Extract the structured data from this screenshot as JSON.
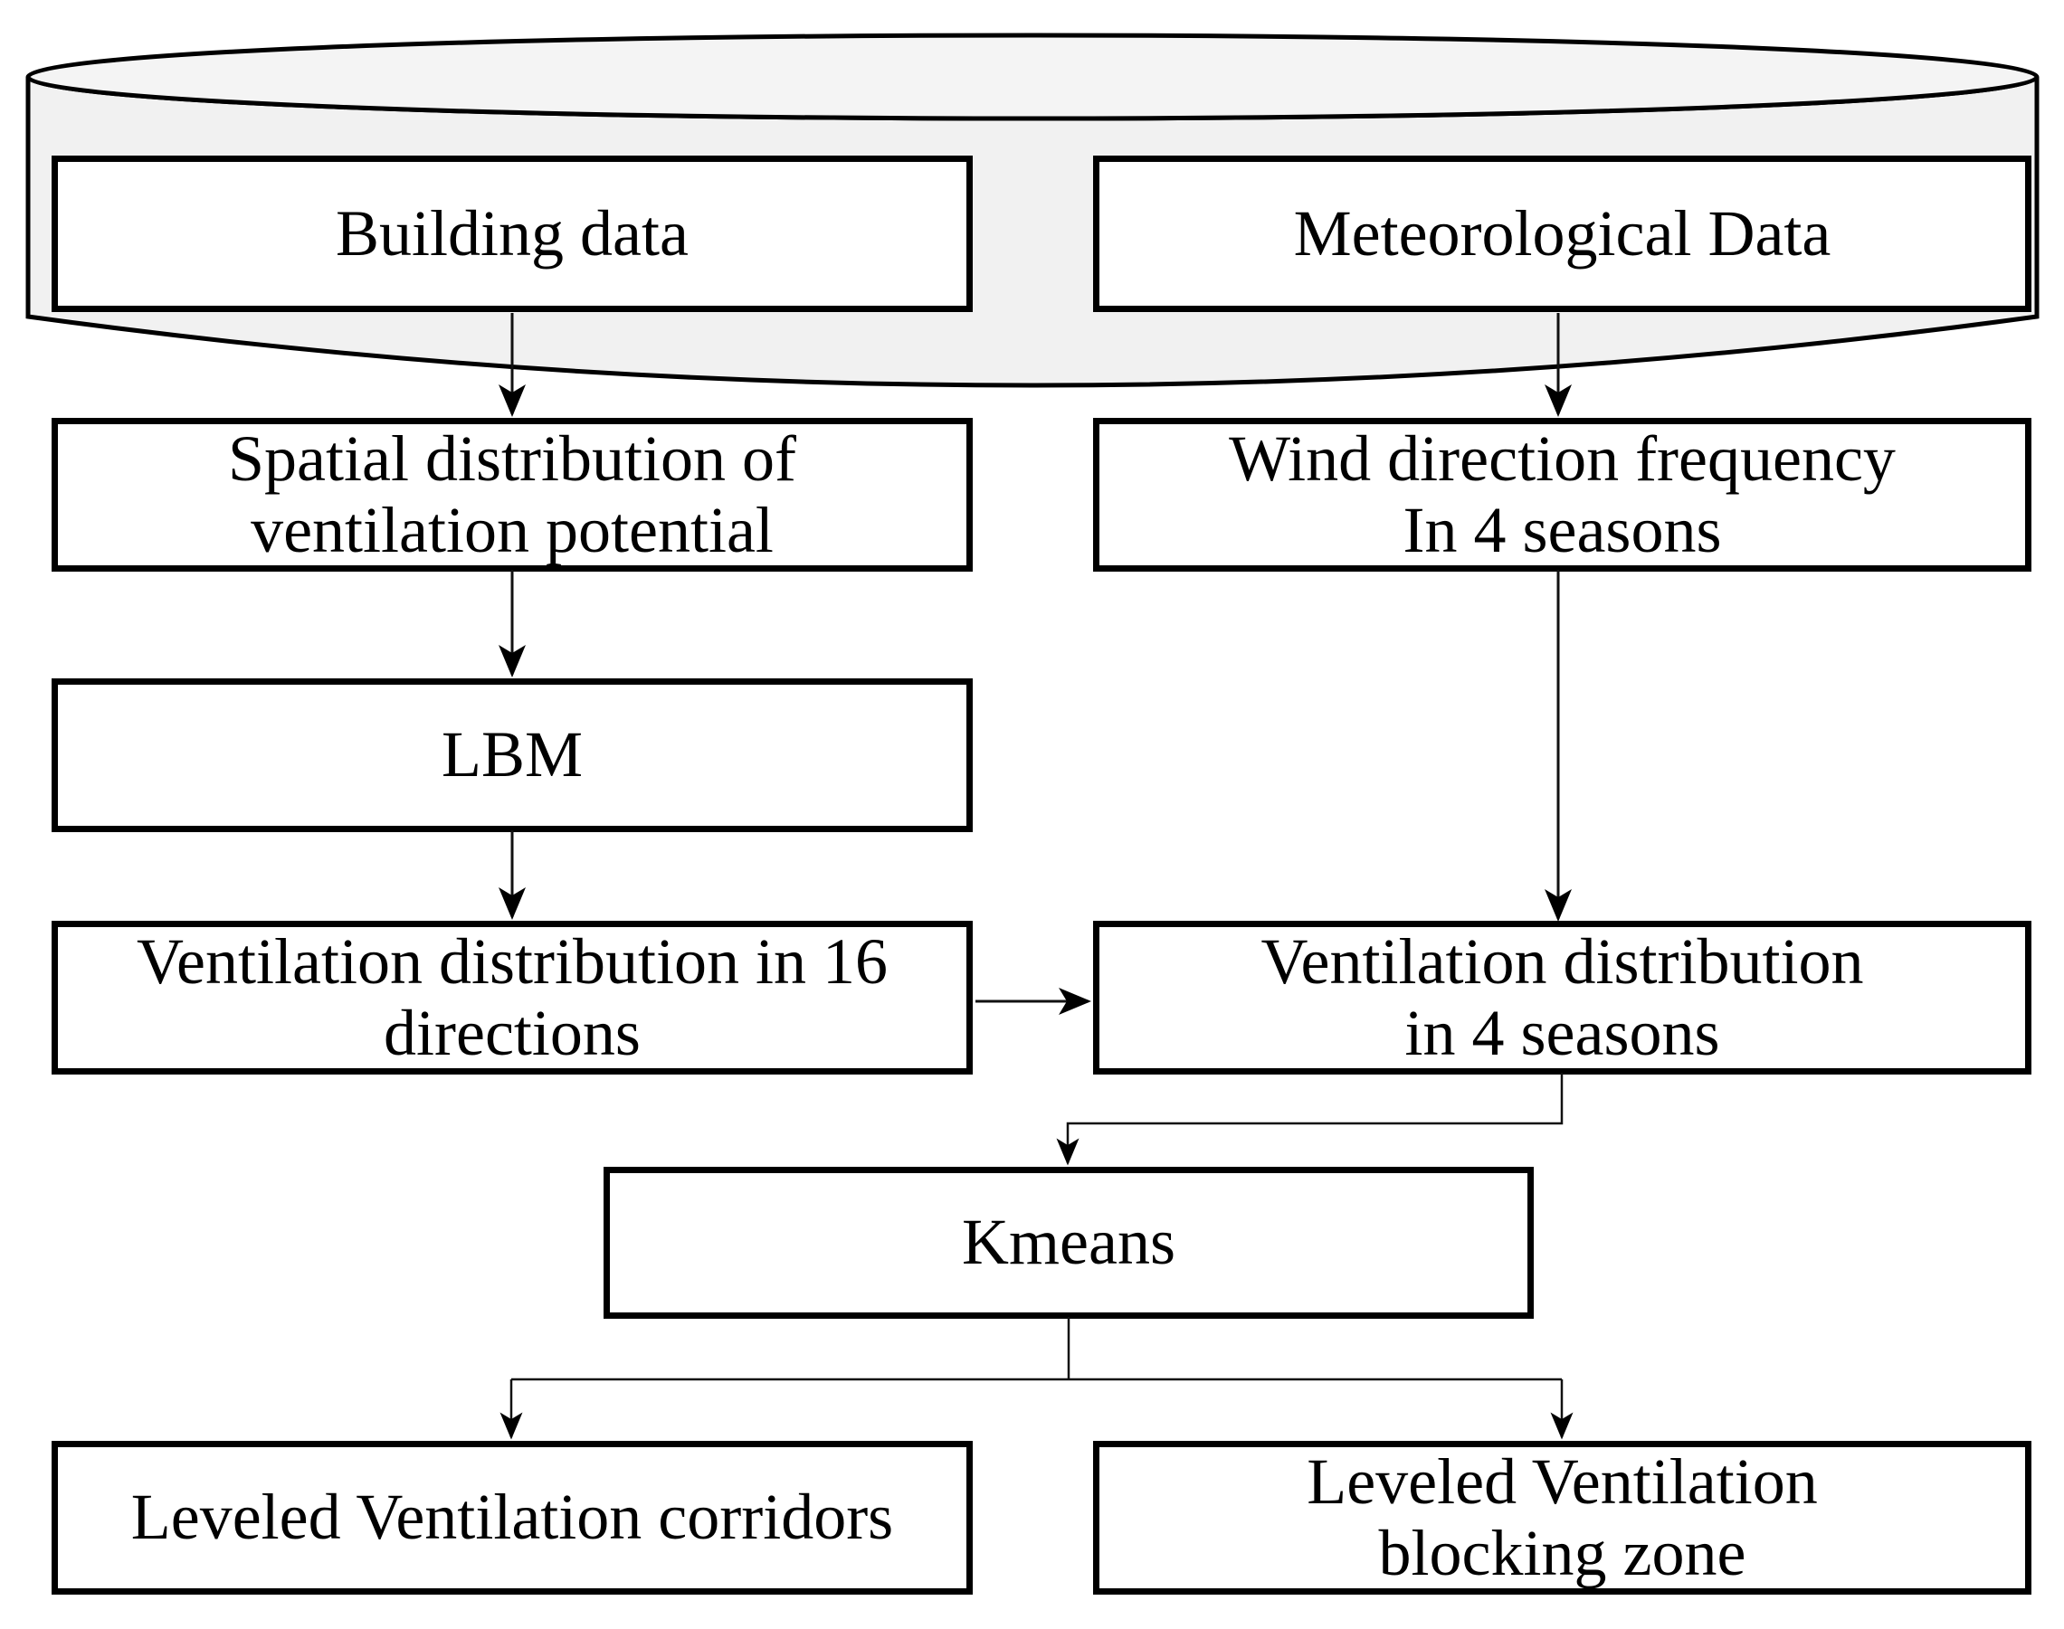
{
  "diagram": {
    "type": "flowchart",
    "background": "#ffffff",
    "database_shape": "cylinder"
  },
  "colors": {
    "stroke": "#000000",
    "line": "#111111",
    "cylinder-fill": "#f1f1f1",
    "cylinder-top-fill": "#f4f4f4",
    "box-fill": "#ffffff",
    "text": "#000000"
  },
  "nodes": {
    "building": {
      "label": "Building data"
    },
    "meteorological": {
      "label": "Meteorological Data"
    },
    "spatial": {
      "label": "Spatial distribution of\nventilation potential"
    },
    "wind_frequency": {
      "label": "Wind direction frequency\nIn 4 seasons"
    },
    "lbm": {
      "label": "LBM"
    },
    "dist16": {
      "label": "Ventilation distribution in 16\ndirections"
    },
    "dist4seasons": {
      "label": "Ventilation distribution\nin 4 seasons"
    },
    "kmeans": {
      "label": "Kmeans"
    },
    "corridors": {
      "label": "Leveled Ventilation corridors"
    },
    "blocking": {
      "label": "Leveled Ventilation\nblocking zone"
    }
  },
  "edges": [
    {
      "from": "building",
      "to": "spatial"
    },
    {
      "from": "meteorological",
      "to": "wind_frequency"
    },
    {
      "from": "spatial",
      "to": "lbm"
    },
    {
      "from": "lbm",
      "to": "dist16"
    },
    {
      "from": "wind_frequency",
      "to": "dist4seasons"
    },
    {
      "from": "dist16",
      "to": "dist4seasons"
    },
    {
      "from": "dist4seasons",
      "to": "kmeans"
    },
    {
      "from": "kmeans",
      "to": "corridors"
    },
    {
      "from": "kmeans",
      "to": "blocking"
    }
  ]
}
